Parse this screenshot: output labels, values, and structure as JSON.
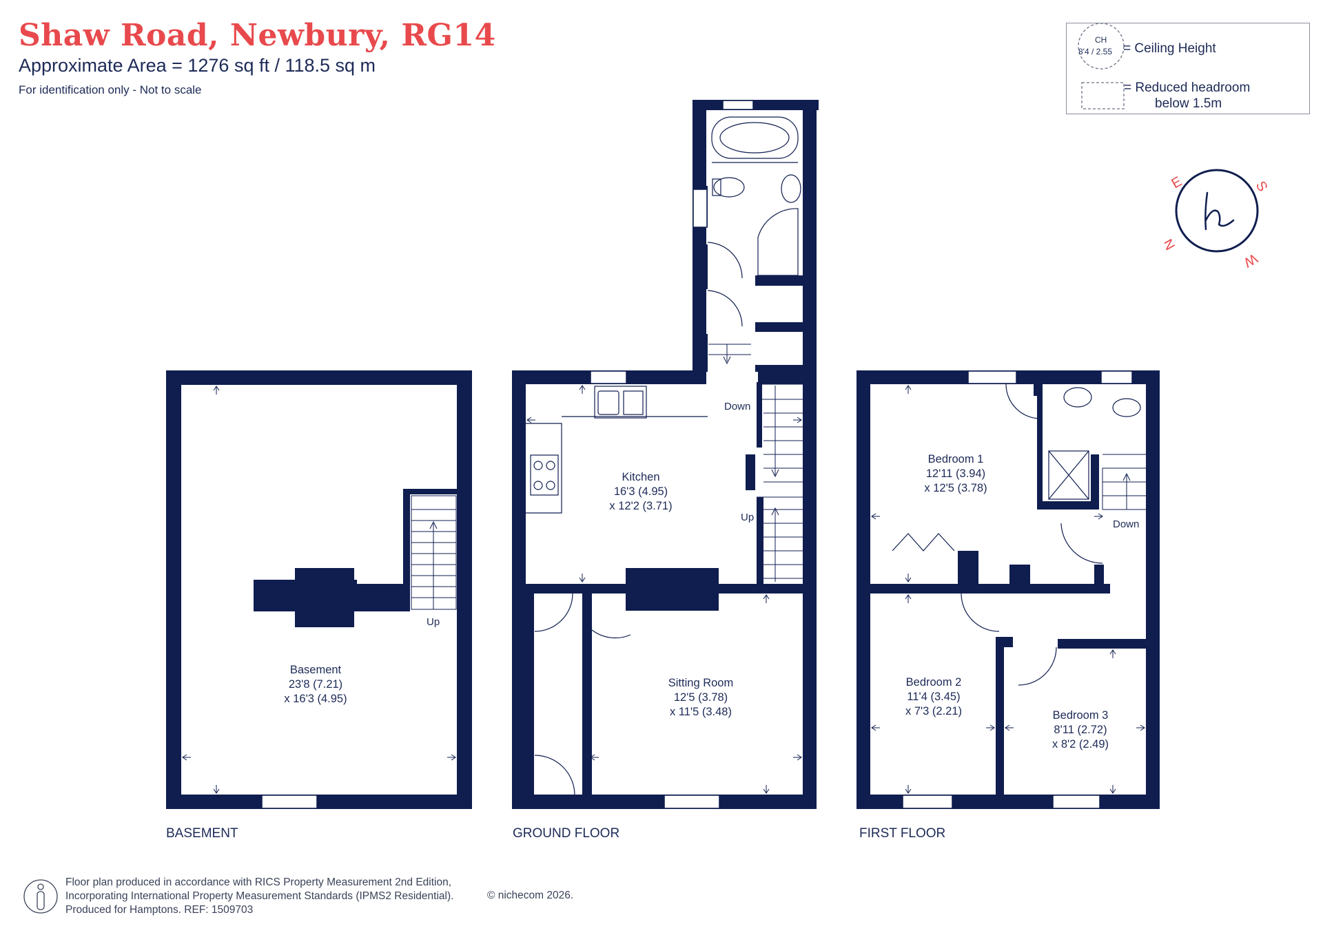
{
  "header": {
    "title": "Shaw Road, Newbury, RG14",
    "area": "Approximate Area = 1276  sq ft / 118.5 sq m",
    "identification": "For identification only - Not to scale"
  },
  "legend": {
    "ch_label": "CH",
    "ch_value": "8'4 / 2.55",
    "ceiling_height": "= Ceiling Height",
    "reduced_headroom_line1": "= Reduced headroom",
    "reduced_headroom_line2": "below 1.5m"
  },
  "compass": {
    "n": "N",
    "e": "E",
    "s": "S",
    "w": "W"
  },
  "floors": {
    "basement": "BASEMENT",
    "ground": "GROUND FLOOR",
    "first": "FIRST FLOOR"
  },
  "rooms": {
    "basement": {
      "name": "Basement",
      "dim1": "23'8 (7.21)",
      "dim2": "x 16'3 (4.95)"
    },
    "kitchen": {
      "name": "Kitchen",
      "dim1": "16'3 (4.95)",
      "dim2": "x 12'2 (3.71)"
    },
    "sitting": {
      "name": "Sitting Room",
      "dim1": "12'5 (3.78)",
      "dim2": "x 11'5 (3.48)"
    },
    "bedroom1": {
      "name": "Bedroom 1",
      "dim1": "12'11 (3.94)",
      "dim2": "x 12'5 (3.78)"
    },
    "bedroom2": {
      "name": "Bedroom 2",
      "dim1": "11'4 (3.45)",
      "dim2": "x 7'3 (2.21)"
    },
    "bedroom3": {
      "name": "Bedroom 3",
      "dim1": "8'11 (2.72)",
      "dim2": "x 8'2 (2.49)"
    }
  },
  "stairs": {
    "basement_up": "Up",
    "ground_down": "Down",
    "ground_up": "Up",
    "first_down": "Down"
  },
  "footer": {
    "line1": "Floor plan produced in accordance with RICS Property Measurement 2nd Edition,",
    "line2": "Incorporating International Property Measurement Standards (IPMS2 Residential).",
    "line3": "Produced for Hamptons.   REF:  1509703",
    "copyright": "© nichecom 2026."
  },
  "colors": {
    "wall": "#0f1d4f",
    "title": "#e8494c",
    "text": "#1d2a57"
  }
}
